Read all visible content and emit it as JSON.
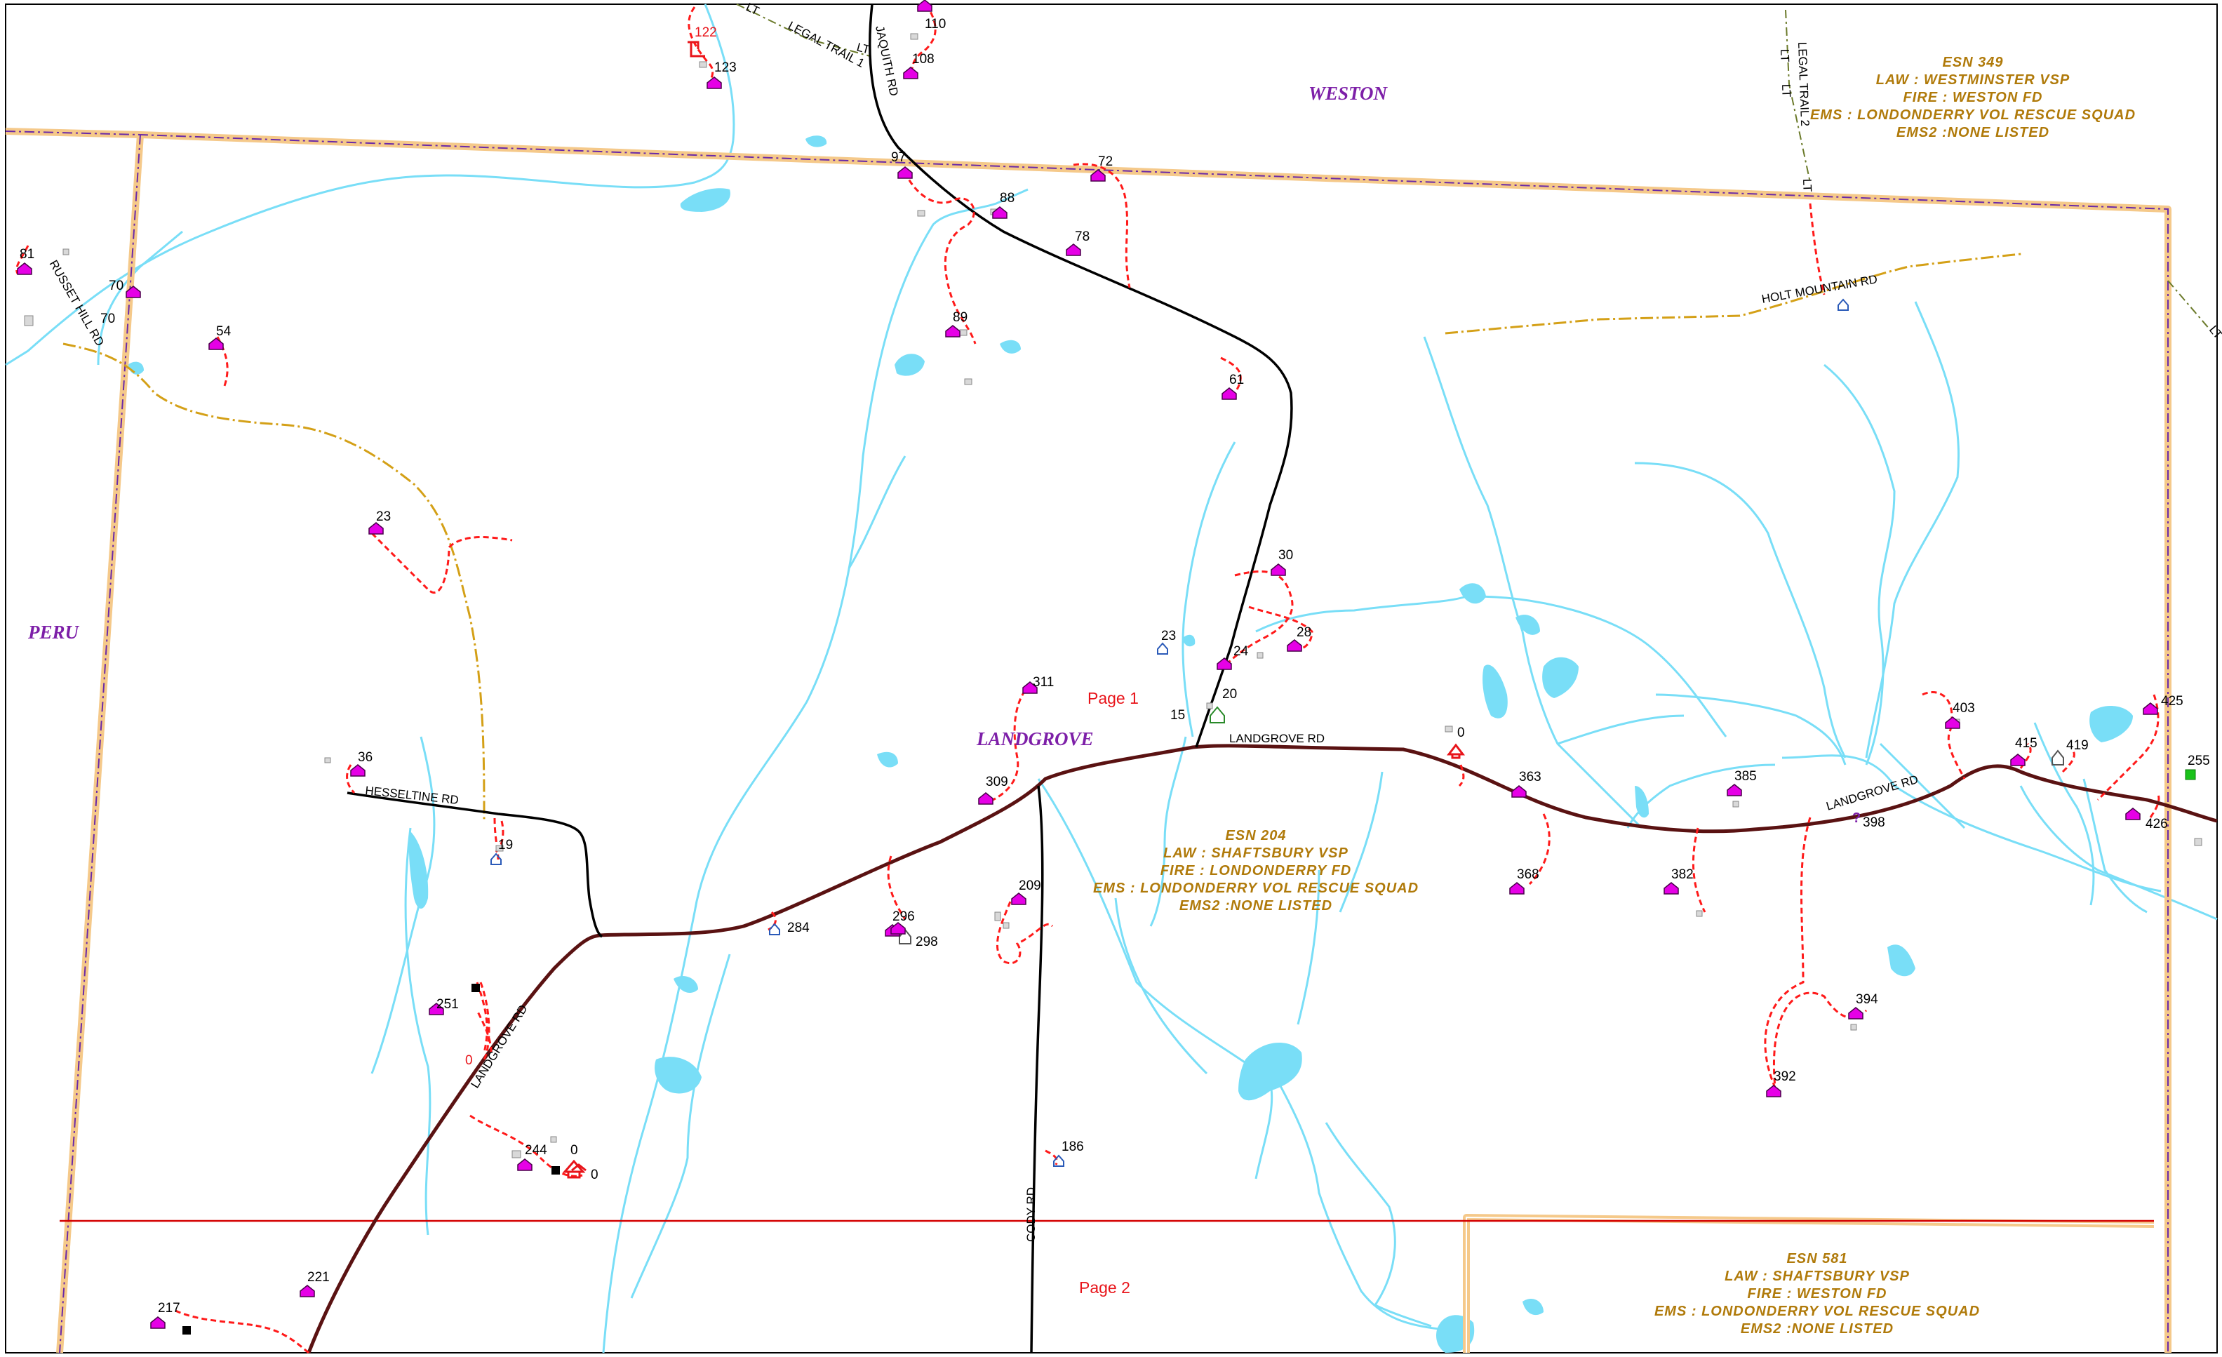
{
  "map": {
    "towns": [
      {
        "key": "weston",
        "label": "WESTON"
      },
      {
        "key": "peru",
        "label": "PERU"
      },
      {
        "key": "landgrove",
        "label": "LANDGROVE"
      }
    ],
    "page_labels": [
      "Page 1",
      "Page 2"
    ],
    "esn_blocks": [
      {
        "lines": [
          "ESN 349",
          "LAW : WESTMINSTER VSP",
          "FIRE : WESTON FD",
          "EMS : LONDONDERRY VOL RESCUE SQUAD",
          "EMS2 :NONE LISTED"
        ]
      },
      {
        "lines": [
          "ESN 204",
          "LAW : SHAFTSBURY VSP",
          "FIRE : LONDONDERRY FD",
          "EMS : LONDONDERRY VOL RESCUE SQUAD",
          "EMS2 :NONE LISTED"
        ]
      },
      {
        "lines": [
          "ESN 581",
          "LAW : SHAFTSBURY VSP",
          "FIRE : WESTON FD",
          "EMS : LONDONDERRY VOL RESCUE SQUAD",
          "EMS2 :NONE LISTED"
        ]
      }
    ],
    "roads": {
      "legal_trail_1": "LEGAL TRAIL 1",
      "legal_trail_2": "LEGAL TRAIL 2",
      "jaquith": "JAQUITH RD",
      "russet_hill": "RUSSET HILL RD",
      "holt_mountain": "HOLT MOUNTAIN RD",
      "hesseltine": "HESSELTINE RD",
      "landgrove_center": "LANDGROVE RD",
      "landgrove_east": "LANDGROVE RD",
      "landgrove_sw": "LANDGROVE RD",
      "cody": "CODY RD",
      "lt": "LT"
    },
    "addresses": [
      "110",
      "122",
      "123",
      "108",
      "97",
      "72",
      "88",
      "78",
      "81",
      "70",
      "70",
      "54",
      "89",
      "61",
      "23",
      "30",
      "23",
      "28",
      "24",
      "311",
      "20",
      "15",
      "36",
      "309",
      "19",
      "0",
      "363",
      "385",
      "403",
      "415",
      "419",
      "425",
      "255",
      "398",
      "426",
      "368",
      "382",
      "296",
      "298",
      "209",
      "284",
      "251",
      "0",
      "394",
      "392",
      "244",
      "0",
      "0",
      "186",
      "221",
      "217"
    ],
    "colors": {
      "water": "#79def7",
      "town_boundary": "#f5c98a",
      "town_boundary_line": "#6a2aa8",
      "primary_road": "#5a1212",
      "driveway": "#ff1a1a",
      "trail": "#d4a017",
      "address_marker": "#e600e6",
      "page_line": "#d40000"
    }
  }
}
